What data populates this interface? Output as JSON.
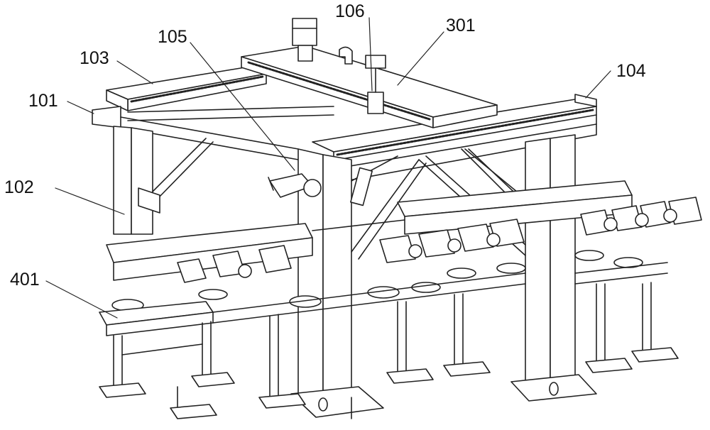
{
  "labels": {
    "l101": "101",
    "l102": "102",
    "l103": "103",
    "l104": "104",
    "l105": "105",
    "l106": "106",
    "l301": "301",
    "l401": "401"
  },
  "colors": {
    "line": "#222222",
    "label": "#111111",
    "background": "#ffffff"
  }
}
